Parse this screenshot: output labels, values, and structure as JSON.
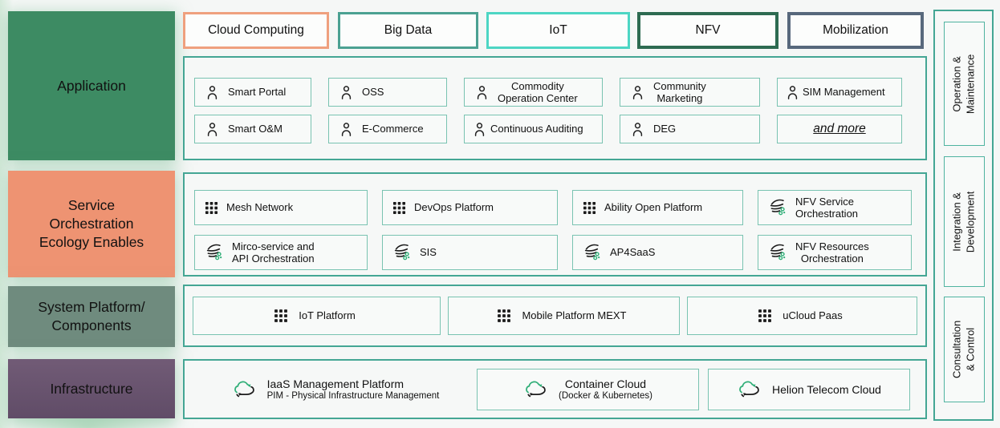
{
  "colors": {
    "page_bg": "#f5f7f6",
    "container_border": "#44a694",
    "item_border": "#79c3b1",
    "application_row_bg": "#3d8b63",
    "service_row_bg": "#ee9372",
    "system_row_bg": "#6f8b7e",
    "infrastructure_row_bg": "#6a5570",
    "chip_cloud_computing_border": "#efa07e",
    "chip_big_data_border": "#4ba192",
    "chip_iot_border": "#4dd6c4",
    "chip_nfv_border": "#2d6b51",
    "chip_mobilization_border": "#57687c",
    "icon_accent_green": "#2fae77",
    "icon_ink": "#1c1c1c"
  },
  "left_rail": {
    "rows": [
      {
        "label": "Application"
      },
      {
        "label": "Service\nOrchestration\nEcology Enables"
      },
      {
        "label": "System Platform/\nComponents"
      },
      {
        "label": "Infrastructure"
      }
    ]
  },
  "header_chips": [
    {
      "label": "Cloud Computing"
    },
    {
      "label": "Big Data"
    },
    {
      "label": "IoT"
    },
    {
      "label": "NFV"
    },
    {
      "label": "Mobilization"
    }
  ],
  "application": {
    "items": [
      {
        "label": "Smart Portal",
        "icon": "user-icon"
      },
      {
        "label": "OSS",
        "icon": "user-icon"
      },
      {
        "label": "Commodity\nOperation Center",
        "icon": "user-icon"
      },
      {
        "label": "Community\nMarketing",
        "icon": "user-icon"
      },
      {
        "label": "SIM Management",
        "icon": "user-icon"
      },
      {
        "label": "Smart O&M",
        "icon": "user-icon"
      },
      {
        "label": "E-Commerce",
        "icon": "user-icon"
      },
      {
        "label": "Continuous Auditing",
        "icon": "user-icon"
      },
      {
        "label": "DEG",
        "icon": "user-icon"
      },
      {
        "label": "and more",
        "icon": "none"
      }
    ]
  },
  "service": {
    "items": [
      {
        "label": "Mesh Network",
        "icon": "grid-icon"
      },
      {
        "label": "DevOps Platform",
        "icon": "grid-icon"
      },
      {
        "label": "Ability Open Platform",
        "icon": "grid-icon"
      },
      {
        "label": "NFV Service\nOrchestration",
        "icon": "stream-icon"
      },
      {
        "label": "Mirco-service and\nAPI Orchestration",
        "icon": "stream-icon"
      },
      {
        "label": "SIS",
        "icon": "stream-icon"
      },
      {
        "label": "AP4SaaS",
        "icon": "stream-icon"
      },
      {
        "label": "NFV Resources\nOrchestration",
        "icon": "stream-icon"
      }
    ]
  },
  "system": {
    "items": [
      {
        "label": "IoT Platform",
        "icon": "grid-icon"
      },
      {
        "label": "Mobile Platform MEXT",
        "icon": "grid-icon"
      },
      {
        "label": "uCloud Paas",
        "icon": "grid-icon"
      }
    ]
  },
  "infrastructure": {
    "items": [
      {
        "title": "IaaS Management Platform",
        "subtitle": "PIM - Physical Infrastructure Management",
        "icon": "cloud-sync-icon"
      },
      {
        "title": "Container Cloud",
        "subtitle": "(Docker & Kubernetes)",
        "icon": "cloud-sync-icon"
      },
      {
        "title": "Helion Telecom Cloud",
        "subtitle": "",
        "icon": "cloud-sync-icon"
      }
    ]
  },
  "right_rail": {
    "items": [
      {
        "label": "Operation &\nMaintenance"
      },
      {
        "label": "Integration &\nDevelopment"
      },
      {
        "label": "Consultation & Control"
      }
    ]
  }
}
